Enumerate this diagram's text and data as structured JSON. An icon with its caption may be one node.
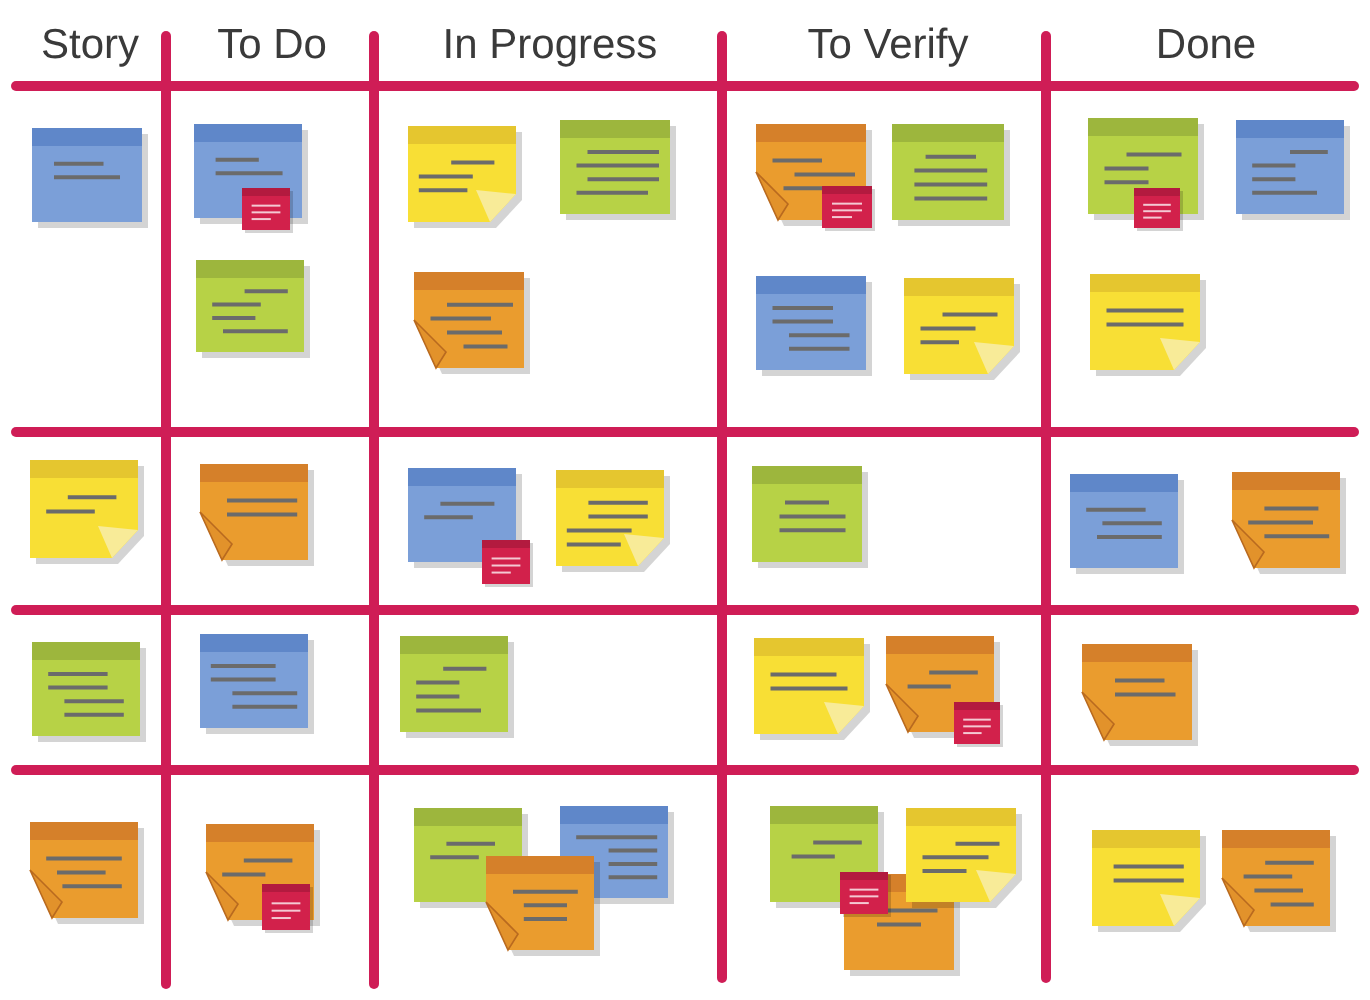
{
  "diagram": {
    "labels": [
      "Story",
      "To Do",
      "In Progress",
      "To Verify",
      "Done"
    ]
  }
}
